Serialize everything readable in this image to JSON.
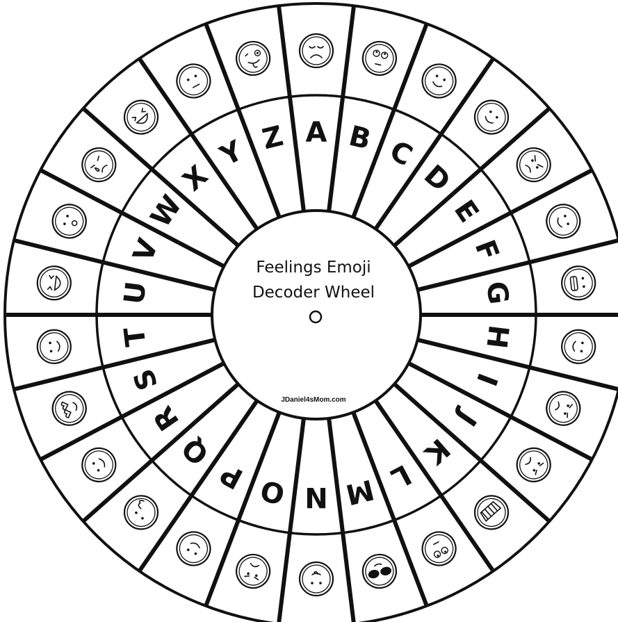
{
  "title_line1": "Feelings Emoji",
  "title_line2": "Decoder Wheel",
  "credit": "JDaniel4sMom.com",
  "letters": [
    "A",
    "B",
    "C",
    "D",
    "E",
    "F",
    "G",
    "H",
    "I",
    "J",
    "K",
    "L",
    "M",
    "N",
    "O",
    "P",
    "Q",
    "R",
    "S",
    "T",
    "U",
    "V",
    "W",
    "X",
    "Y",
    "Z"
  ],
  "emojis": [
    "crying-emoji",
    "eye-roll-emoji",
    "smirk-emoji",
    "sleepy-emoji",
    "angry-emoji",
    "grinning-emoji",
    "grimace-emoji",
    "sideways-smile-emoji",
    "worried-emoji",
    "sad-emoji",
    "cold-emoji",
    "surprised-emoji",
    "sunglasses-emoji",
    "tongue-out-emoji",
    "frown-emoji",
    "smirk-emoji",
    "kiss-emoji",
    "wink-emoji",
    "heart-eyes-emoji",
    "thinking-emoji",
    "big-grin-emoji",
    "shocked-emoji",
    "tear-emoji",
    "laughing-emoji",
    "neutral-emoji",
    "crazy-tongue-emoji"
  ]
}
